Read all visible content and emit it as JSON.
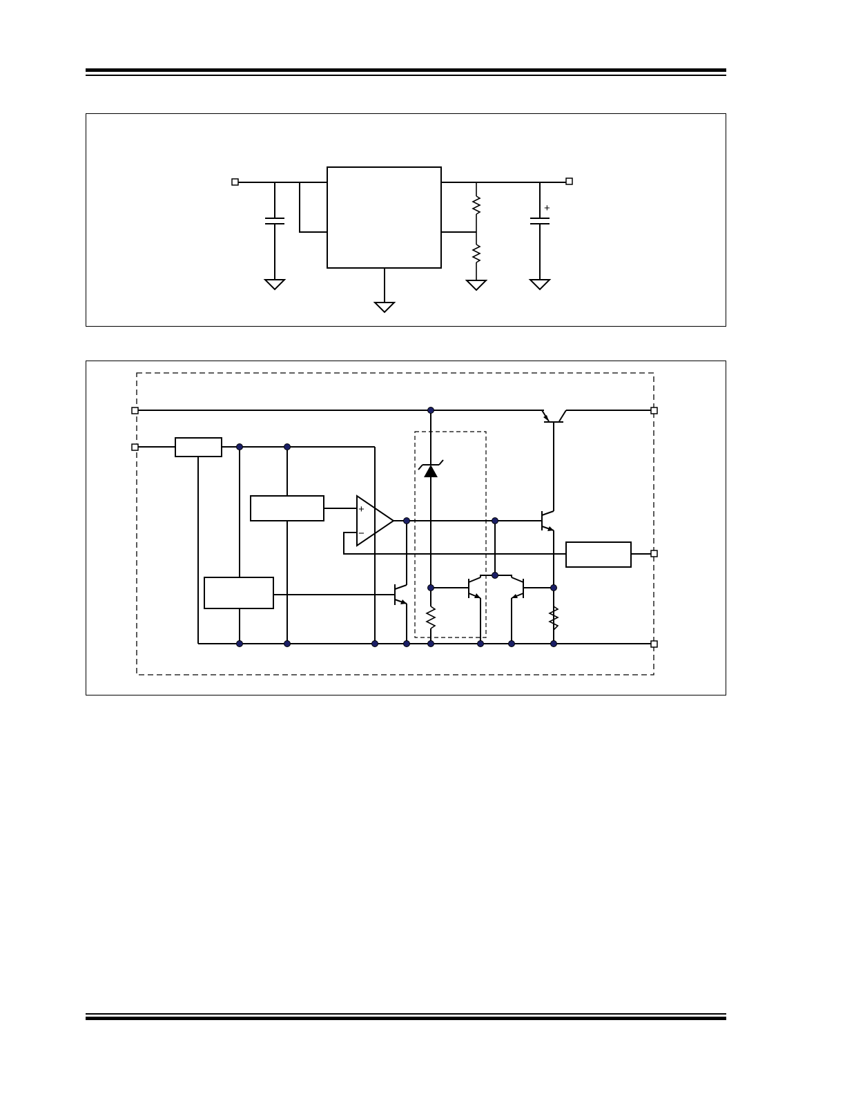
{
  "header": {
    "rule_style": "double"
  },
  "figures": [
    {
      "id": "typical-application-circuit",
      "polarity_marks": [
        "+"
      ]
    },
    {
      "id": "functional-block-diagram",
      "polarity_marks": [
        "+",
        "−"
      ]
    }
  ],
  "footer": {
    "rule_style": "double"
  },
  "colors": {
    "junction_dot": "#1b1f66",
    "line": "#000000"
  }
}
